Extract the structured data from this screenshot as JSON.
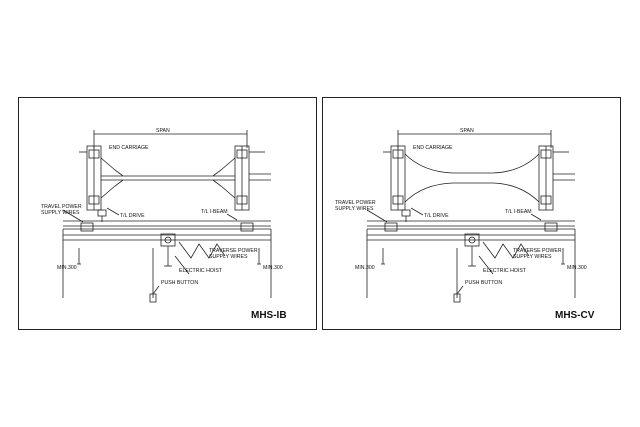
{
  "panels": [
    {
      "model": "MHS-IB",
      "labels": {
        "span": "SPAN",
        "end_carriage": "END CARRIAGE",
        "travel_power": "TRAVEL POWER",
        "supply_wires": "SUPPLY WIRES",
        "tl_drive": "T/L DRIVE",
        "tl_ibeam": "T/L I-BEAM",
        "traverse_power": "TRAVERSE POWER",
        "traverse_supply": "SUPPLY WIRES",
        "electric_hoist": "ELECTRIC HOIST",
        "push_button": "PUSH BUTTON",
        "min_left": "MIN.300",
        "min_right": "MIN.300"
      }
    },
    {
      "model": "MHS-CV",
      "labels": {
        "span": "SPAN",
        "end_carriage": "END CARRIAGE",
        "travel_power": "TRAVEL POWER",
        "supply_wires": "SUPPLY WIRES",
        "tl_drive": "T/L DRIVE",
        "tl_ibeam": "T/L I-BEAM",
        "traverse_power": "TRAVERSE POWER",
        "traverse_supply": "SUPPLY WIRES",
        "electric_hoist": "ELECTRIC HOIST",
        "push_button": "PUSH BUTTON",
        "min_left": "MIN.300",
        "min_right": "MIN.300"
      }
    }
  ]
}
